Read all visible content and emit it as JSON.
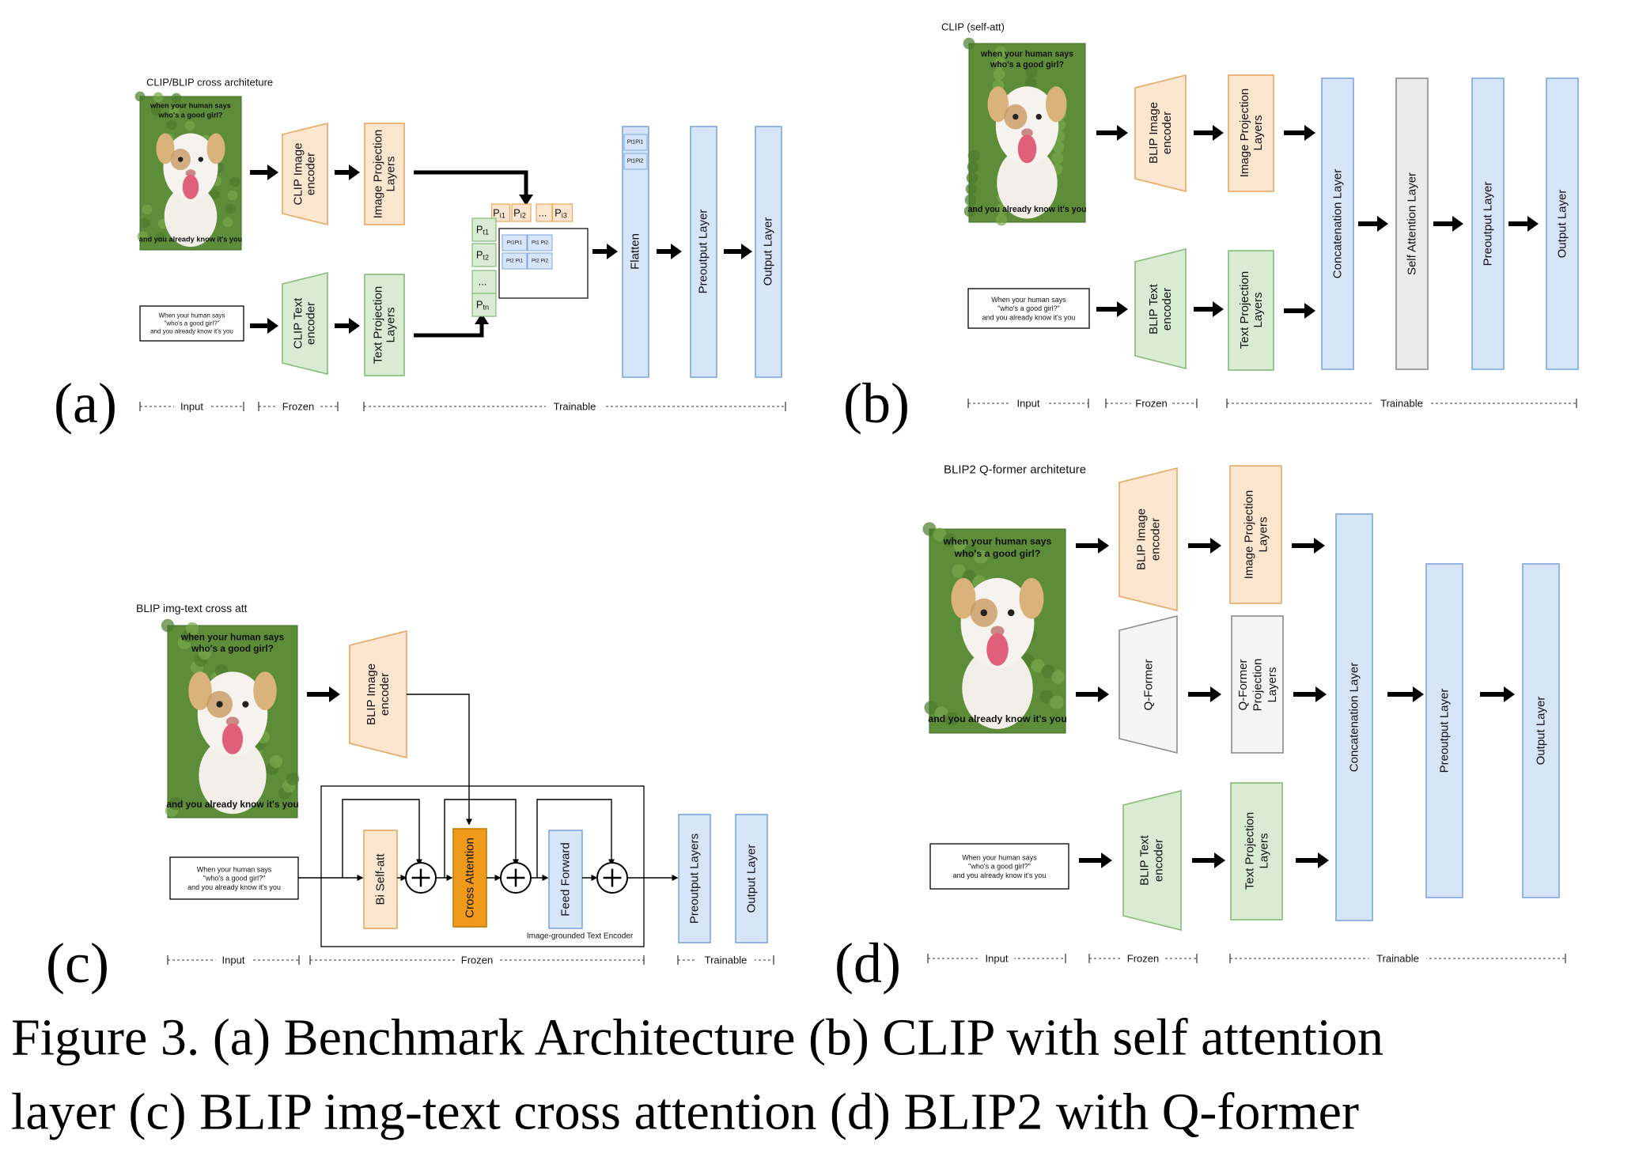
{
  "colors": {
    "frozen_fill": "#fde6cf",
    "frozen_stroke": "#e8a862",
    "text_fill": "#d9ecd3",
    "text_stroke": "#86b97a",
    "train_fill": "#d6e5f8",
    "train_stroke": "#7ea6dc",
    "gray_fill": "#ebebeb",
    "gray_stroke": "#8c8c8c",
    "qformer_fill": "#f5f5f5",
    "cross_fill": "#ef9a1a",
    "cross_stroke": "#c77a08",
    "meme_fill": "#5e8d3a"
  },
  "meme": {
    "top_line1": "when your human says",
    "top_line2": "who's a good girl?",
    "bottom": "and you already know it's you"
  },
  "text_input": {
    "line1": "When your human says",
    "line2": "\"who's a good girl?\"",
    "line3": "and you already know it's you"
  },
  "panel_a": {
    "title": "CLIP/BLIP cross architeture",
    "letter": "(a)",
    "image_encoder": "CLIP Image encoder",
    "image_projection": "Image Projection Layers",
    "text_encoder": "CLIP Text encoder",
    "text_projection": "Text Projection Layers",
    "p_row": [
      "P_i1",
      "P_i2",
      "...",
      "P_i3"
    ],
    "p_col": [
      "P_t1",
      "P_t2",
      "...",
      "P_tn"
    ],
    "matrix": [
      "P_t1P_i1",
      "P_t1 P_i2",
      "P_t2 P_i1",
      "P_t2 P_i2"
    ],
    "flatten_cells": [
      "P_t1P_i1",
      "P_t1P_i2"
    ],
    "flatten": "Flatten",
    "preoutput": "Preoutput Layer",
    "output": "Output Layer",
    "ruler": [
      "Input",
      "Frozen",
      "Trainable"
    ]
  },
  "panel_b": {
    "title": "CLIP (self-att)",
    "letter": "(b)",
    "image_encoder": "BLIP Image encoder",
    "image_projection": "Image Projection Layers",
    "text_encoder": "BLIP Text encoder",
    "text_projection": "Text Projection Layers",
    "concat": "Concatenation Layer",
    "self_attention": "Self Attention Layer",
    "preoutput": "Preoutput Layer",
    "output": "Output Layer",
    "ruler": [
      "Input",
      "Frozen",
      "Trainable"
    ]
  },
  "panel_c": {
    "title": "BLIP img-text cross att",
    "letter": "(c)",
    "image_encoder": "BLIP Image encoder",
    "bi_self_att": "Bi Self-att",
    "cross_attention": "Cross Attention",
    "feed_forward": "Feed Forward",
    "plus": "+",
    "grounded_label": "Image-grounded Text Encoder",
    "preoutput": "Preoutput Layers",
    "output": "Output Layer",
    "ruler": [
      "Input",
      "Frozen",
      "Trainable"
    ]
  },
  "panel_d": {
    "title": "BLIP2 Q-former architeture",
    "letter": "(d)",
    "image_encoder": "BLIP Image encoder",
    "image_projection": "Image Projection Layers",
    "qformer": "Q-Former",
    "qformer_projection": "Q-Former Projection Layers",
    "text_encoder": "BLIP Text encoder",
    "text_projection": "Text Projection Layers",
    "concat": "Concatenation Layer",
    "preoutput": "Preoutput Layer",
    "output": "Output Layer",
    "ruler": [
      "Input",
      "Frozen",
      "Trainable"
    ]
  },
  "caption": {
    "line1": "Figure 3. (a) Benchmark Architecture (b) CLIP with self attention",
    "line2": "layer (c) BLIP img-text cross attention (d) BLIP2 with Q-former"
  }
}
